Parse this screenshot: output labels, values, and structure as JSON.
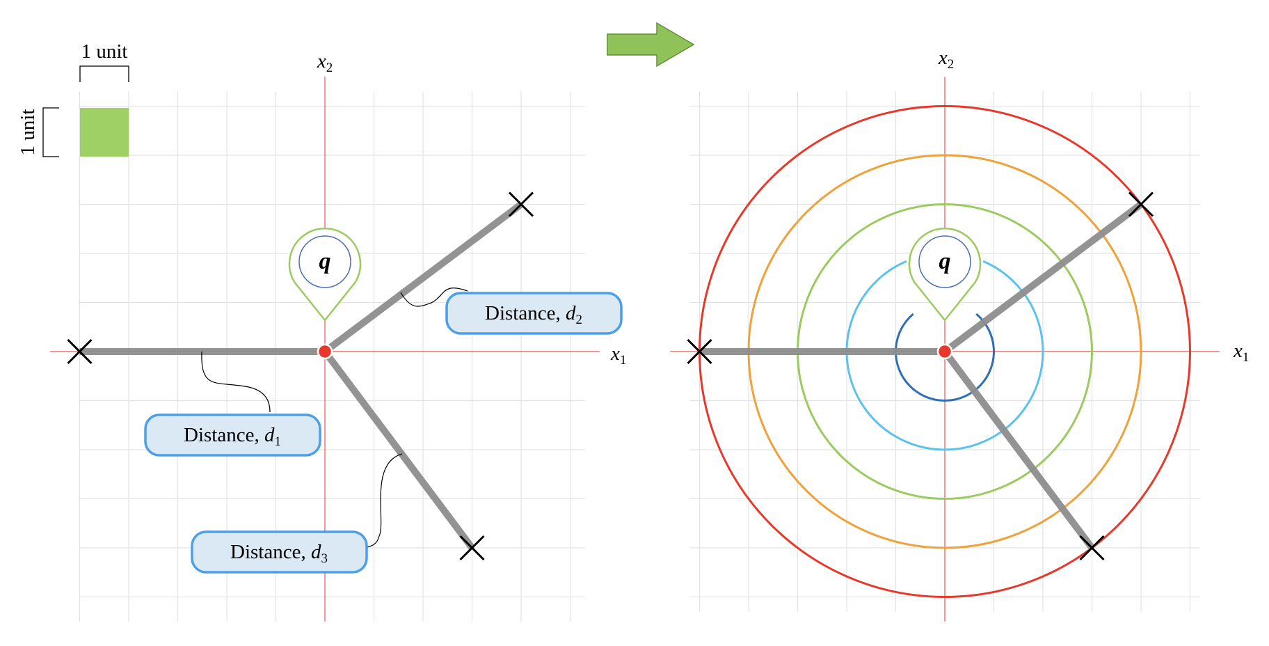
{
  "unit_label_horizontal": "1 unit",
  "unit_label_vertical": "1 unit",
  "left_panel": {
    "axis_x1": "x",
    "axis_x1_sub": "1",
    "axis_x2": "x",
    "axis_x2_sub": "2",
    "query_label": "q",
    "callouts": [
      {
        "text": "Distance, ",
        "var": "d",
        "sub": "1"
      },
      {
        "text": "Distance, ",
        "var": "d",
        "sub": "2"
      },
      {
        "text": "Distance, ",
        "var": "d",
        "sub": "3"
      }
    ]
  },
  "right_panel": {
    "axis_x1": "x",
    "axis_x1_sub": "1",
    "axis_x2": "x",
    "axis_x2_sub": "2",
    "query_label": "q",
    "circle_radii_units": [
      1,
      2,
      3,
      4,
      5
    ],
    "circle_colors": [
      "#2f6db5",
      "#5bc1ee",
      "#9bcb5e",
      "#f0a13a",
      "#e8382b"
    ]
  },
  "points_units": [
    {
      "name": "p1",
      "x": -5,
      "y": 0
    },
    {
      "name": "p2",
      "x": 4,
      "y": 3
    },
    {
      "name": "p3",
      "x": 3,
      "y": -4
    }
  ],
  "colors": {
    "grid": "#e3e3e3",
    "axis": "#f05050",
    "query_point": "#e8382b",
    "distance_line": "#8e8e8e",
    "marker_outline": "#9bcb5e",
    "marker_inner": "#4a6fb5",
    "callout_fill": "#dbe9f4",
    "callout_stroke": "#4c9fe8",
    "unit_square": "#9fd066",
    "arrow": "#8fc35a"
  }
}
